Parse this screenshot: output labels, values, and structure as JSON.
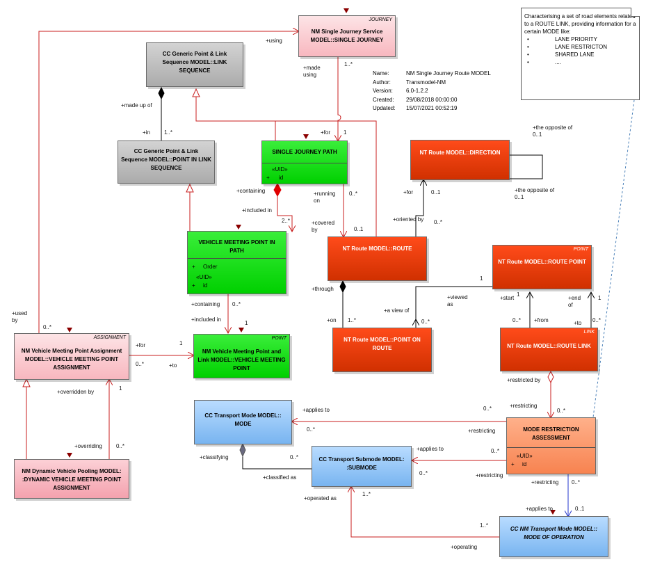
{
  "diagram": {
    "info": {
      "name_label": "Name:",
      "name": "NM Single Journey Route MODEL",
      "author_label": "Author:",
      "author": "Transmodel-NM",
      "version_label": "Version:",
      "version": "6.0-1.2.2",
      "created_label": "Created:",
      "created": "29/08/2018 00:00:00",
      "updated_label": "Updated:",
      "updated": "15/07/2021 00:52:19"
    },
    "note": {
      "text": "Characterising a set of road elements related to a ROUTE LINK, providing information for a certain MODE like:",
      "items": [
        "LANE PRIORITY",
        "LANE RESTRICTON",
        "SHARED LANE",
        "...."
      ]
    },
    "classes": {
      "single_journey": {
        "stereotype": "JOURNEY",
        "title": "NM Single Journey Service MODEL::SINGLE JOURNEY",
        "color": "#f8c4c8"
      },
      "link_sequence": {
        "title": "CC Generic Point & Link Sequence MODEL::LINK SEQUENCE",
        "color": "#bdbdbd"
      },
      "point_in_link_sequence": {
        "title": "CC Generic Point & Link Sequence MODEL::POINT IN LINK SEQUENCE",
        "color": "#bdbdbd"
      },
      "single_journey_path": {
        "title": "SINGLE JOURNEY PATH",
        "uid_label": "«UID»",
        "attr_marker": "+",
        "attr": "id",
        "color": "#1ee01e"
      },
      "direction": {
        "title": "NT Route MODEL::DIRECTION",
        "color": "#e84010"
      },
      "vehicle_meeting_point_in_path": {
        "title": "VEHICLE MEETING POINT IN PATH",
        "attr1_marker": "+",
        "attr1": "Order",
        "uid_label": "«UID»",
        "attr2_marker": "+",
        "attr2": "id",
        "color": "#1ee01e"
      },
      "route": {
        "title": "NT Route MODEL::ROUTE",
        "color": "#e84010"
      },
      "route_point": {
        "stereotype": "POINT",
        "title": "NT Route MODEL::ROUTE POINT",
        "color": "#e84010"
      },
      "point_on_route": {
        "title": "NT Route MODEL::POINT ON ROUTE",
        "color": "#e84010"
      },
      "route_link": {
        "stereotype": "LINK",
        "title": "NT Route MODEL::ROUTE LINK",
        "color": "#e84010"
      },
      "vehicle_meeting_point_assignment": {
        "stereotype": "ASSIGNMENT",
        "title": "NM Vehicle Meeting Point Assignment MODEL::VEHICLE MEETING POINT ASSIGNMENT",
        "color": "#f8c4c8"
      },
      "vehicle_meeting_point": {
        "stereotype": "POINT",
        "title": "NM Vehicle Meeting Point and Link MODEL::VEHICLE MEETING POINT",
        "color": "#1ee01e"
      },
      "dynamic_vehicle_assignment": {
        "title": "NM Dynamic Vehicle Pooling MODEL: :DYNAMIC VEHICLE MEETING POINT ASSIGNMENT",
        "color": "#f4a2ae"
      },
      "mode": {
        "title": "CC Transport Mode MODEL:: MODE",
        "color": "#8ec4f5"
      },
      "submode": {
        "title": "CC Transport Submode MODEL: :SUBMODE",
        "color": "#8ec4f5"
      },
      "mode_restriction_assessment": {
        "title": "MODE RESTRICTION ASSESSMENT",
        "uid_label": "«UID»",
        "attr_marker": "+",
        "attr": "id",
        "color": "#f78c5c"
      },
      "mode_of_operation": {
        "title": "CC NM Transport Mode MODEL:: MODE OF OPERATION",
        "color": "#8ec4f5"
      }
    },
    "labels": {
      "using": "+using",
      "made_using": "+made using",
      "j_mult": "1..*",
      "made_up_of": "+made up of",
      "in": "+in",
      "in_mult": "1..*",
      "for_sjp": "+for",
      "for_sjp_mult": "1",
      "containing_a": "+containing",
      "included_in_a": "+included in",
      "included_in_a_mult": "2..*",
      "running_on": "+running on",
      "running_on_mult": "0..*",
      "covered_by": "+covered by",
      "covered_by_mult": "0..1",
      "dir_opp1": "+the opposite of 0..1",
      "dir_opp2": "+the opposite of 0..1",
      "dir_for": "+for",
      "dir_for_mult": "0..1",
      "oriented_by": "+oriented by",
      "oriented_by_mult": "0..*",
      "through": "+through",
      "on": "+on",
      "on_mult": "1..*",
      "view_of": "+a view of",
      "view_of_mult": "0..*",
      "viewed_as": "+viewed as",
      "viewed_as_mult": "1",
      "start": "+start",
      "start_mult": "1",
      "end": "+end of",
      "end_mult": "1",
      "from": "+from",
      "from_mult": "0..*",
      "to_rl": "+to",
      "to_rl_mult": "0..*",
      "containing_b": "+containing",
      "containing_b_mult": "0..*",
      "included_in_b": "+included in",
      "included_in_b_mult": "1",
      "used_by": "+used by",
      "used_by_mult": "0..*",
      "for_vmp": "+for",
      "for_vmp_mult": "1",
      "to_vmp": "+to",
      "to_vmp_mult": "0..*",
      "overridden_by": "+overridden by",
      "overridden_by_mult": "1",
      "overriding": "+overriding",
      "overriding_mult": "0..*",
      "restricted_by": "+restricted by",
      "restricting_rl": "+restricting",
      "restricting_rl_mult": "0..*",
      "applies_to_mode": "+applies to",
      "applies_to_mode_mult": "0..*",
      "restricting_mode": "+restricting",
      "restricting_mode_mult": "0..*",
      "applies_to_sub": "+applies to",
      "applies_to_sub_mult": "0..*",
      "restricting_sub": "+restricting",
      "restricting_sub_mult": "0..*",
      "classifying": "+classifying",
      "classified_as": "+classified as",
      "classified_as_mult": "0..*",
      "operated_as": "+operated as",
      "operated_as_mult": "1..*",
      "operating": "+operating",
      "operating_mult": "1..*",
      "restricting_moo": "+restricting",
      "restricting_moo_mult": "0..*",
      "applies_to_moo": "+applies to",
      "applies_to_moo_mult": "0..1"
    }
  }
}
